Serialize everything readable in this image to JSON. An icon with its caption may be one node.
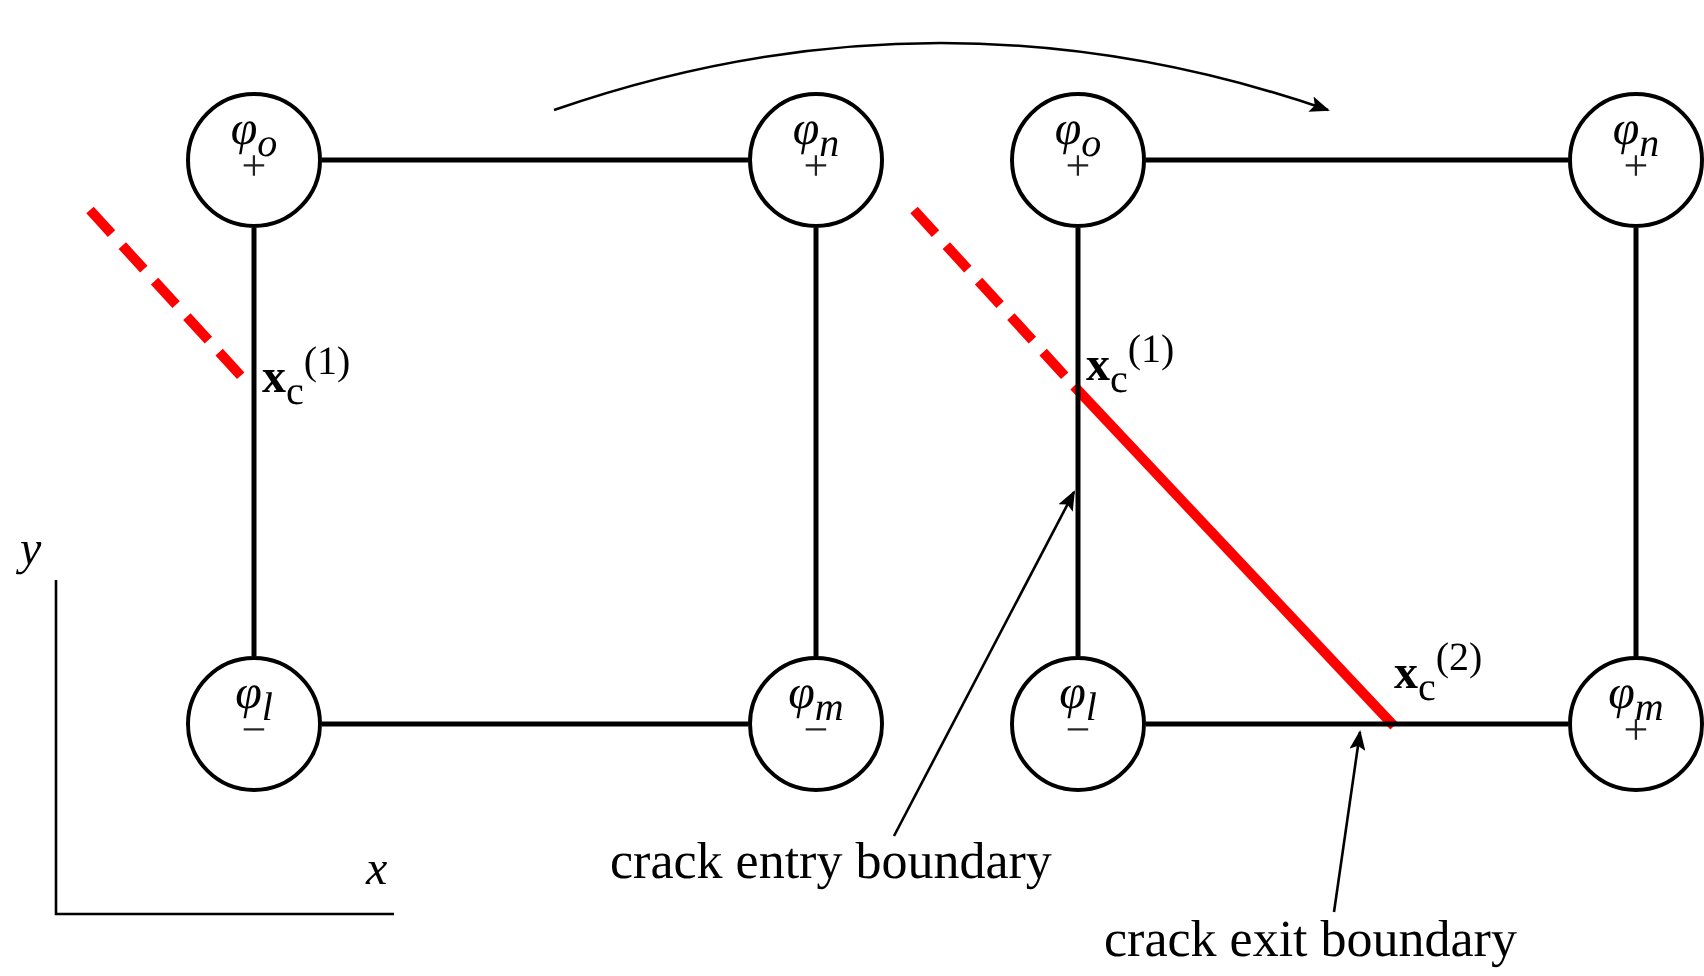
{
  "diagram": {
    "nodes": [
      {
        "text": [
          "φ$_{o}$",
          "+"
        ]
      },
      {
        "text": [
          "φ$_{n}$",
          "+"
        ]
      },
      {
        "text": [
          "φ$_{l}$",
          "−"
        ]
      },
      {
        "text": [
          "φ$_{m}$",
          "−"
        ]
      },
      {
        "text": [
          "φ$_{o}$",
          "+"
        ]
      },
      {
        "text": [
          "φ$_{n}$",
          "+"
        ]
      },
      {
        "text": [
          "φ$_{l}$",
          "−"
        ]
      },
      {
        "text": [
          "φ$_{m}$",
          "+"
        ]
      },
      {
        "text": [
          "crack entry boundary"
        ]
      },
      {
        "text": [
          "crack exit boundary"
        ]
      }
    ],
    "edges": [
      {
        "from": 0,
        "to": 1,
        "arrow": "none"
      },
      {
        "from": 0,
        "to": 2,
        "arrow": "none"
      },
      {
        "from": 1,
        "to": 3,
        "arrow": "none"
      },
      {
        "from": 2,
        "to": 3,
        "arrow": "none"
      },
      {
        "from": 4,
        "to": 5,
        "arrow": "none"
      },
      {
        "from": 4,
        "to": 6,
        "arrow": "none"
      },
      {
        "from": 5,
        "to": 7,
        "arrow": "none"
      },
      {
        "from": 6,
        "to": 7,
        "arrow": "none"
      },
      {
        "from": 8,
        "to": null,
        "arrow": "to"
      },
      {
        "from": 9,
        "to": null,
        "arrow": "to"
      }
    ],
    "labels": [
      "**x**$_{c}$$^{(1)}$",
      "**x**$_{c}$$^{(1)}$",
      "**x**$_{c}$$^{(2)}$",
      "y",
      "x"
    ]
  }
}
